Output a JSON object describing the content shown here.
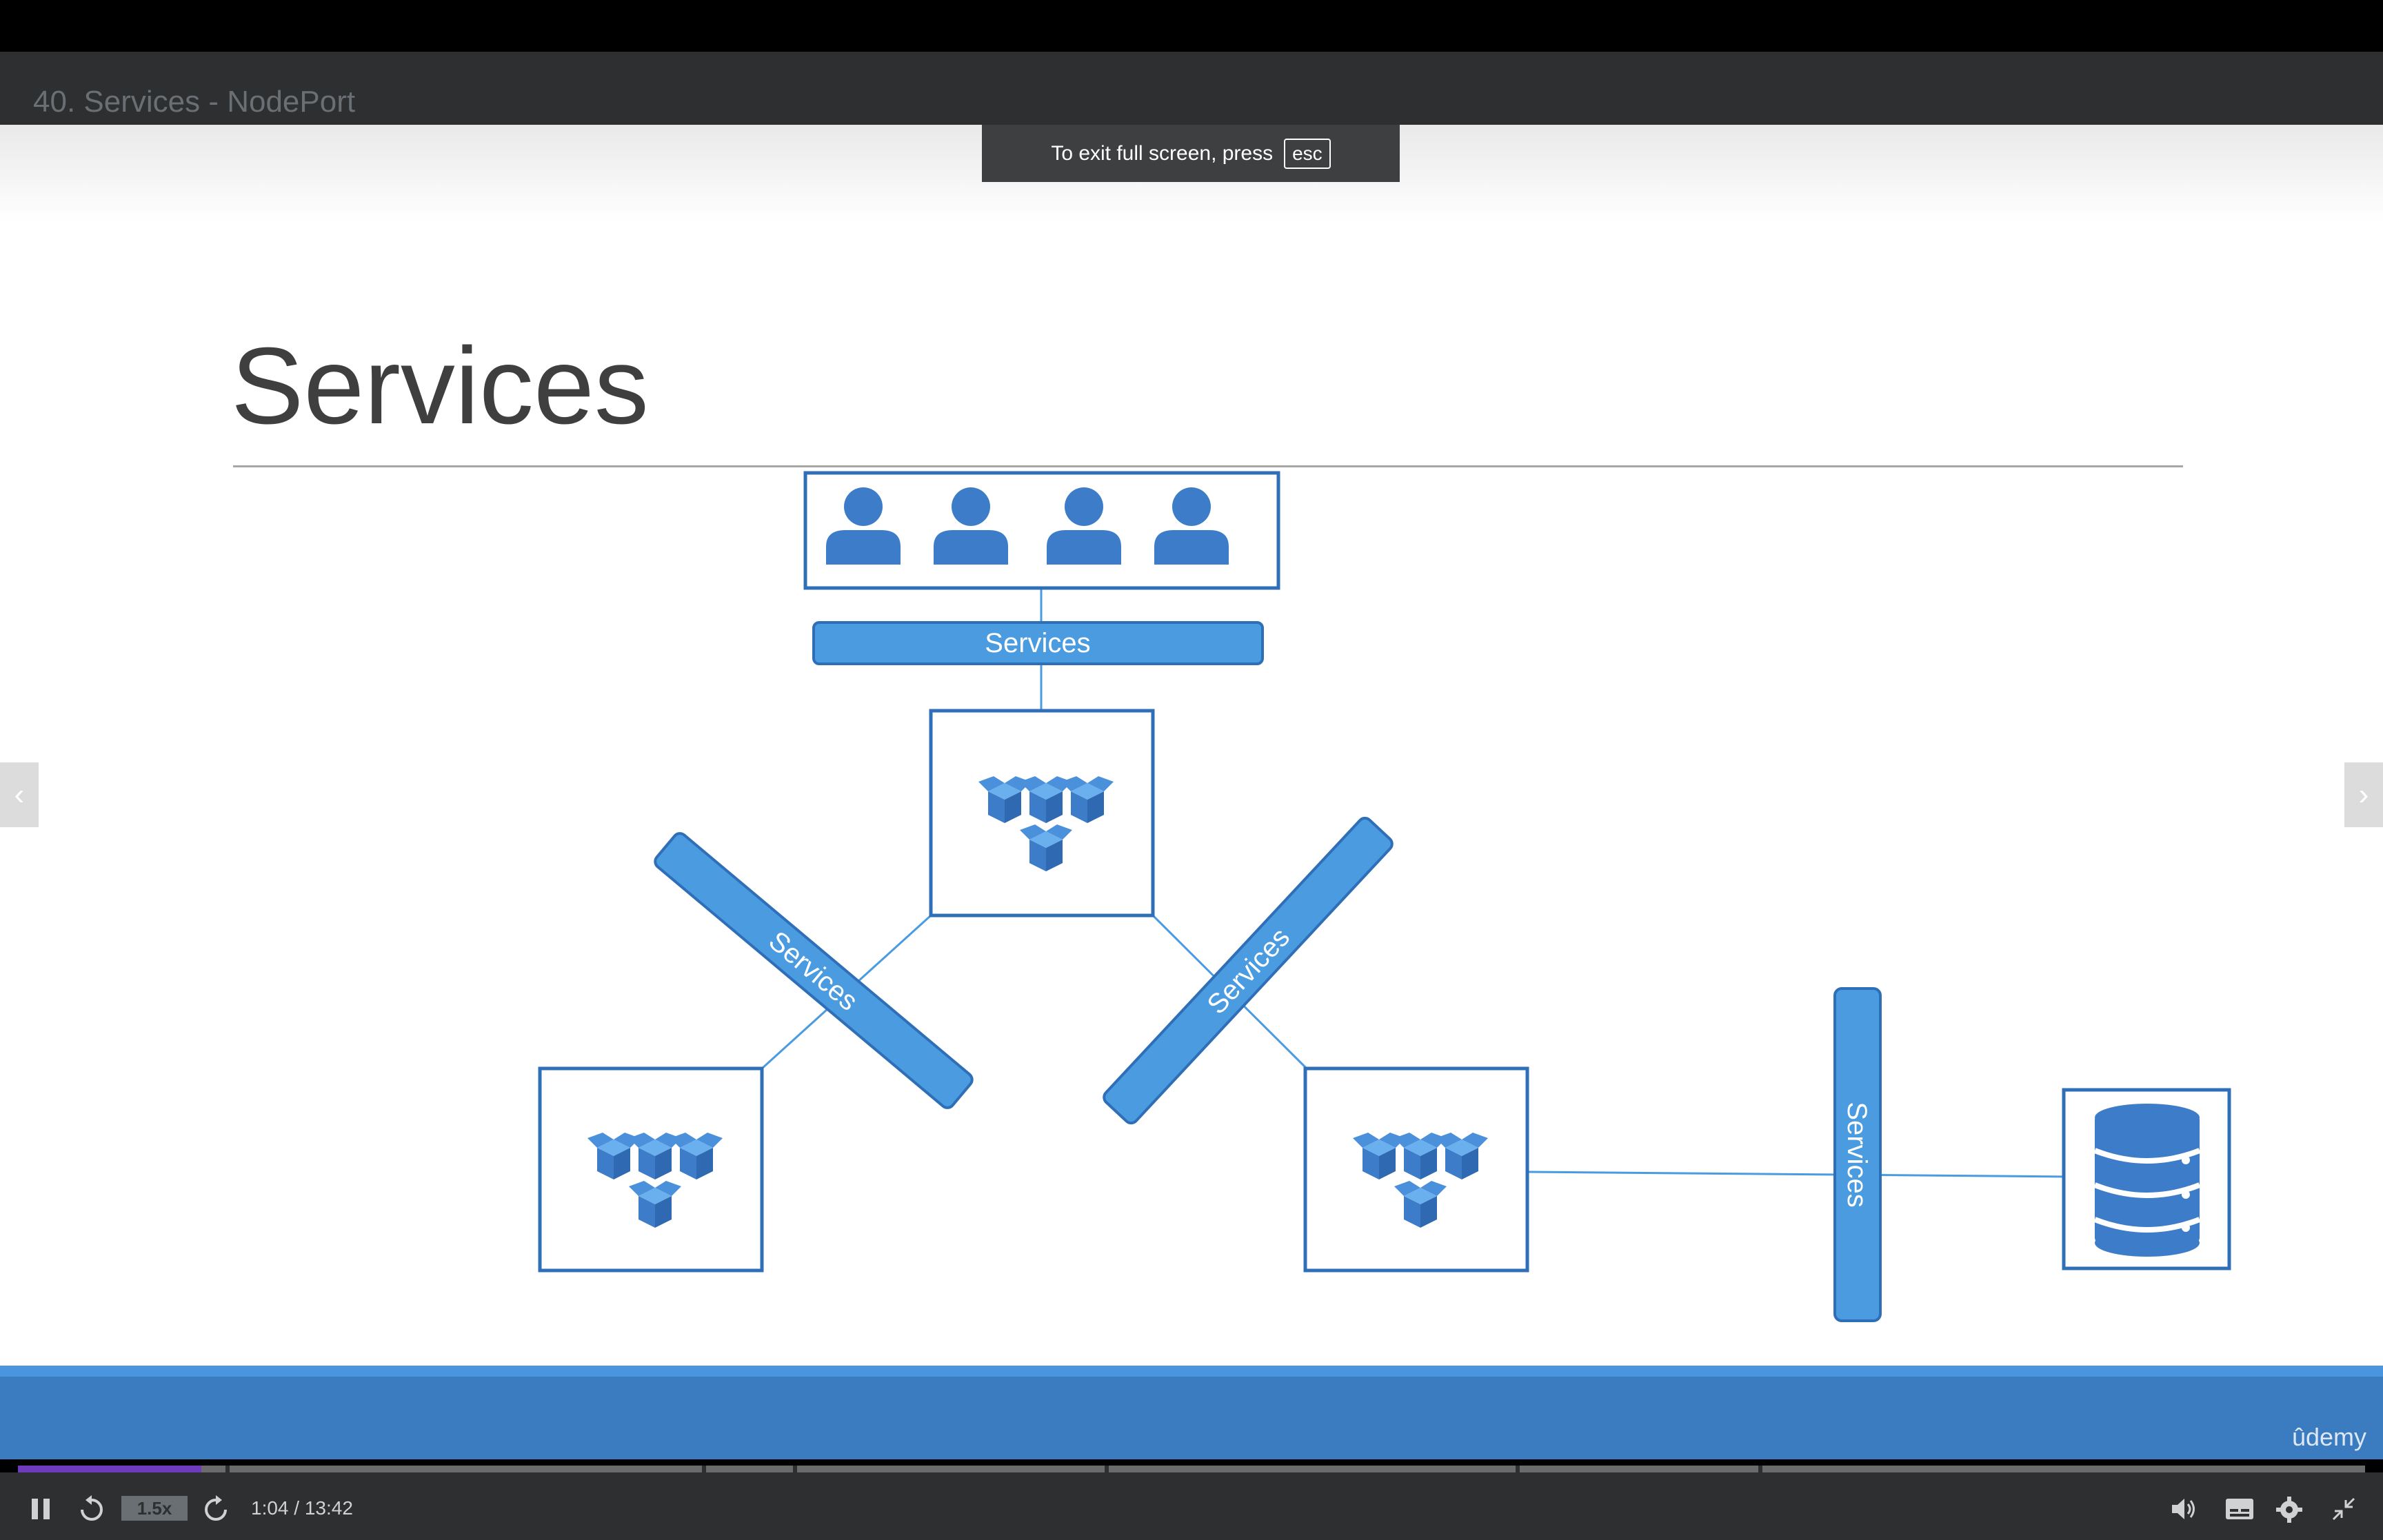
{
  "lecture": {
    "title": "40. Services - NodePort"
  },
  "fullscreen_toast": {
    "text": "To exit full screen, press",
    "key": "esc"
  },
  "slide": {
    "heading": "Services",
    "labels": {
      "top_service": "Services",
      "left_service": "Services",
      "right_service": "Services",
      "db_service": "Services"
    },
    "accent_color": "#4a9be0",
    "icon_color": "#3d7cc9"
  },
  "branding": {
    "logo": "ûdemy"
  },
  "player": {
    "playback_rate": "1.5x",
    "time": "1:04 / 13:42",
    "progress_fraction": 0.078,
    "icons": [
      "pause-icon",
      "rewind-icon",
      "forward-icon",
      "volume-icon",
      "captions-icon",
      "settings-icon",
      "exit-fullscreen-icon"
    ]
  },
  "navigation": {
    "prev_icon": "chevron-left-icon",
    "next_icon": "chevron-right-icon"
  }
}
